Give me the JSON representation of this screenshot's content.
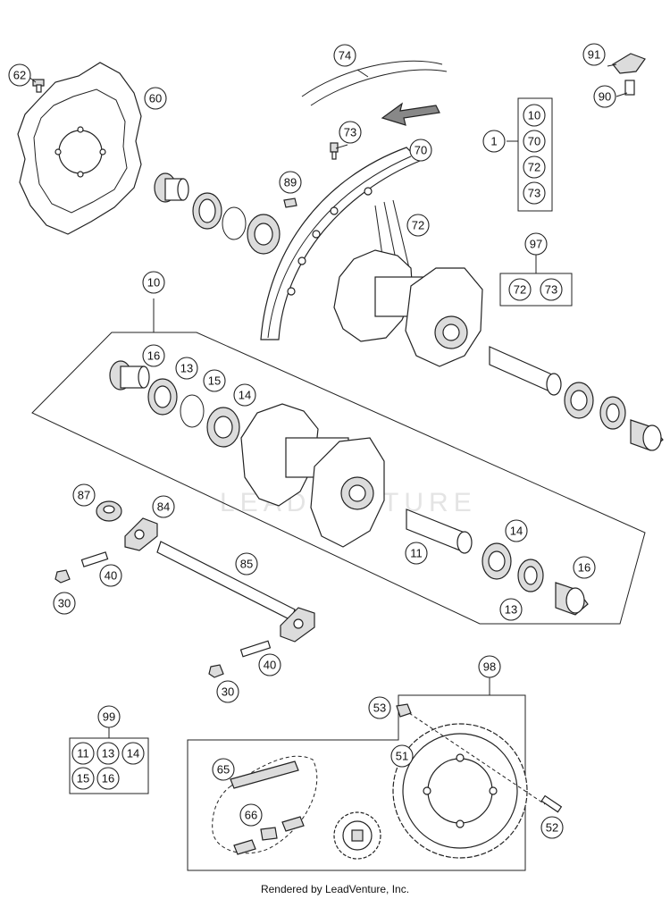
{
  "callouts": {
    "c1": "1",
    "c10a": "10",
    "c10b": "10",
    "c11a": "11",
    "c11b": "11",
    "c13a": "13",
    "c13b": "13",
    "c13c": "13",
    "c14a": "14",
    "c14b": "14",
    "c14c": "14",
    "c15a": "15",
    "c15b": "15",
    "c16a": "16",
    "c16b": "16",
    "c16c": "16",
    "c30a": "30",
    "c30b": "30",
    "c40a": "40",
    "c40b": "40",
    "c51": "51",
    "c52": "52",
    "c53": "53",
    "c60": "60",
    "c62": "62",
    "c65": "65",
    "c66": "66",
    "c70a": "70",
    "c70b": "70",
    "c72a": "72",
    "c72b": "72",
    "c72c": "72",
    "c73a": "73",
    "c73b": "73",
    "c73c": "73",
    "c74": "74",
    "c84": "84",
    "c85": "85",
    "c87": "87",
    "c89": "89",
    "c90": "90",
    "c91": "91",
    "c97": "97",
    "c98": "98",
    "c99": "99"
  },
  "watermark": "LEADVENTURE",
  "footer": "Rendered by LeadVenture, Inc."
}
